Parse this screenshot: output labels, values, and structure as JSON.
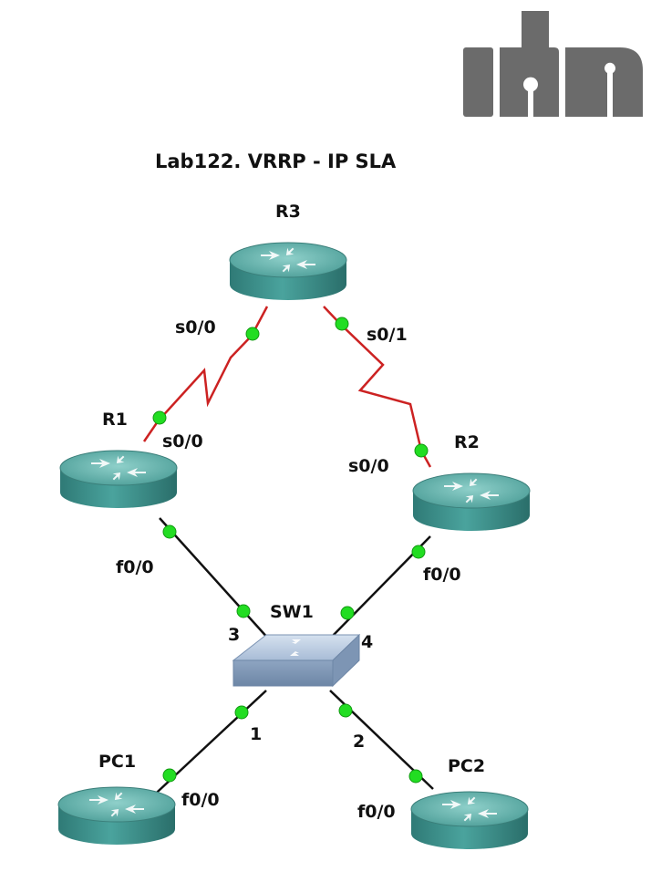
{
  "title": "Lab122. VRRP - IP SLA",
  "logo": {
    "color": "#6b6b6b"
  },
  "colors": {
    "serial_link": "#cc2222",
    "ethernet_link": "#111111",
    "port_dot": "#22dd22",
    "router_body": "#3a8f8a",
    "switch_body": "#8fa6c4"
  },
  "devices": {
    "r3": {
      "label": "R3",
      "type": "router-icon"
    },
    "r1": {
      "label": "R1",
      "type": "router-icon"
    },
    "r2": {
      "label": "R2",
      "type": "router-icon"
    },
    "sw1": {
      "label": "SW1",
      "type": "switch-icon"
    },
    "pc1": {
      "label": "PC1",
      "type": "router-icon"
    },
    "pc2": {
      "label": "PC2",
      "type": "router-icon"
    }
  },
  "ports": {
    "r3_s00": "s0/0",
    "r3_s01": "s0/1",
    "r1_s00": "s0/0",
    "r2_s00": "s0/0",
    "r1_f00": "f0/0",
    "r2_f00": "f0/0",
    "sw_3": "3",
    "sw_4": "4",
    "sw_1": "1",
    "sw_2": "2",
    "pc1_f00": "f0/0",
    "pc2_f00": "f0/0"
  }
}
